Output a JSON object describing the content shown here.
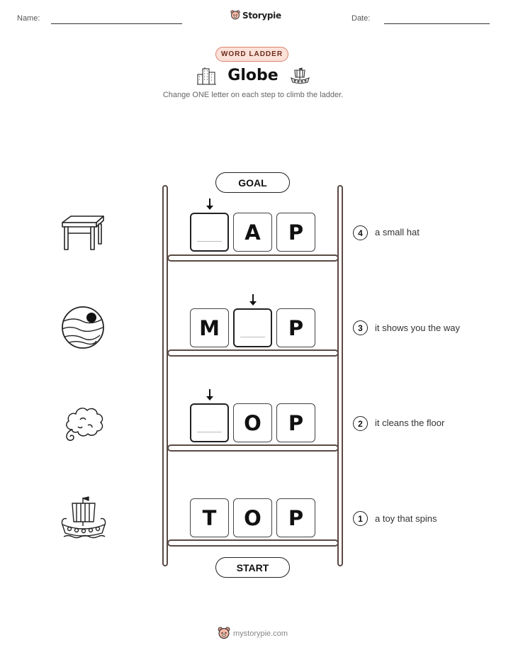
{
  "header": {
    "name_label": "Name:",
    "date_label": "Date:",
    "brand": "Storypie"
  },
  "badge": "WORD LADDER",
  "title": "Globe",
  "subtitle": "Change ONE letter on each step to climb the ladder.",
  "ladder": {
    "goal_label": "GOAL",
    "start_label": "START",
    "steps": [
      {
        "number": "4",
        "clue": "a small hat",
        "picture": "table-icon",
        "letters": [
          "",
          "A",
          "P"
        ]
      },
      {
        "number": "3",
        "clue": "it shows you the way",
        "picture": "planet-icon",
        "letters": [
          "M",
          "",
          "P"
        ]
      },
      {
        "number": "2",
        "clue": "it cleans the floor",
        "picture": "cloud-icon",
        "letters": [
          "",
          "O",
          "P"
        ]
      },
      {
        "number": "1",
        "clue": "a toy that spins",
        "picture": "viking-ship-icon",
        "letters": [
          "T",
          "O",
          "P"
        ]
      }
    ]
  },
  "footer": "mystorypie.com"
}
